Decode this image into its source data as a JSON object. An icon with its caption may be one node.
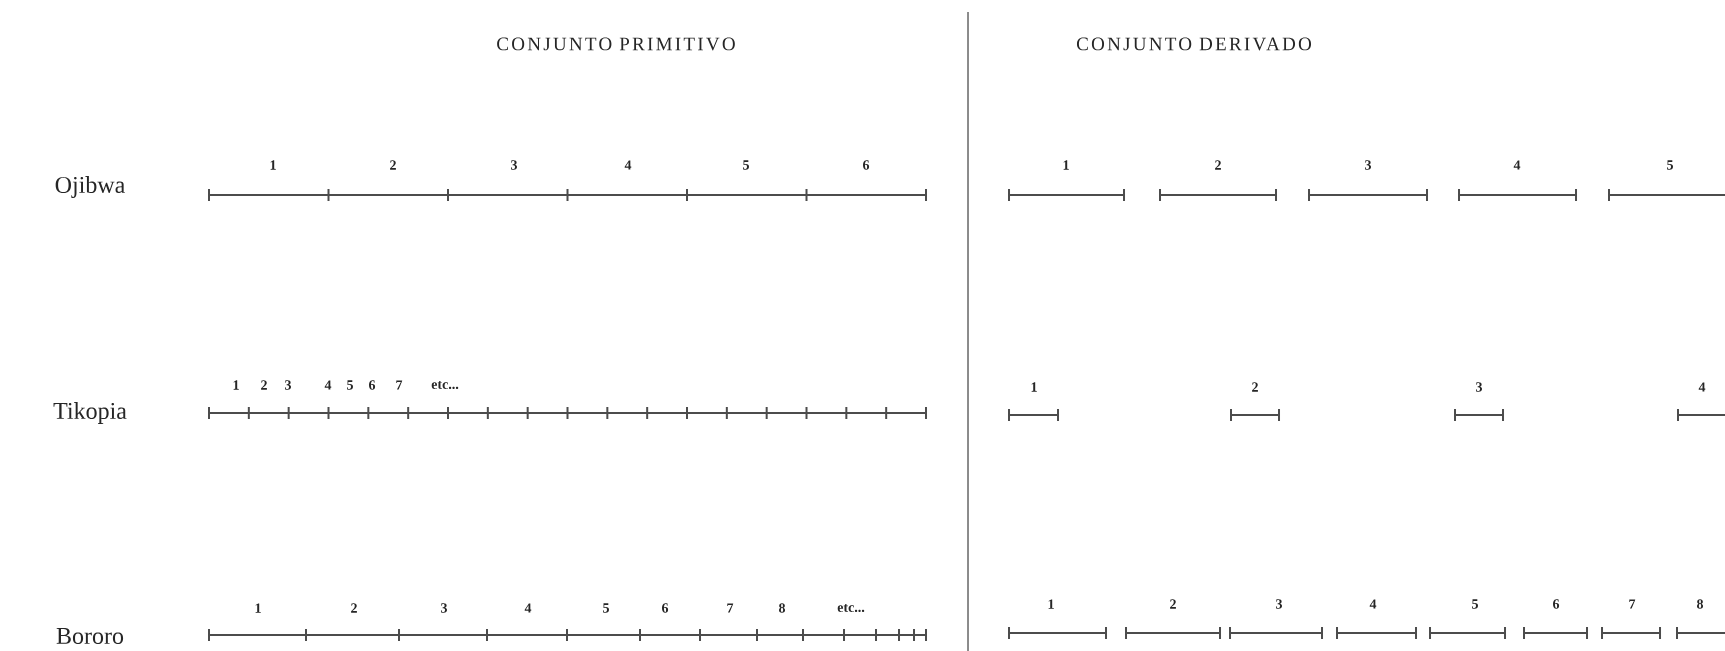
{
  "diagram": {
    "labels": [
      "CONJUNTO PRIMITIVO",
      "CONJUNTO DERIVADO",
      "Ojibwa",
      "1",
      "2",
      "3",
      "4",
      "5",
      "6",
      "1",
      "2",
      "3",
      "4",
      "5",
      "Tikopia",
      "1",
      "2",
      "3",
      "4",
      "5",
      "6",
      "7",
      "etc...",
      "1",
      "2",
      "3",
      "4",
      "Bororo",
      "1",
      "2",
      "3",
      "4",
      "5",
      "6",
      "7",
      "8",
      "etc...",
      "1",
      "2",
      "3",
      "4",
      "5",
      "6",
      "7",
      "8"
    ]
  }
}
